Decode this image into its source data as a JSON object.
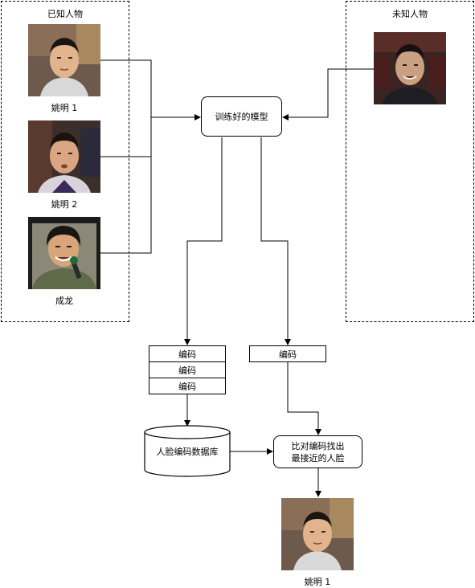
{
  "known_group": {
    "title": "已知人物",
    "people": [
      {
        "caption": "姚明 1"
      },
      {
        "caption": "姚明 2"
      },
      {
        "caption": "成龙"
      }
    ]
  },
  "unknown_group": {
    "title": "未知人物"
  },
  "model": {
    "label": "训练好的模型"
  },
  "encodings_stack": [
    "编码",
    "编码",
    "编码"
  ],
  "single_encoding": {
    "label": "编码"
  },
  "database": {
    "label": "人脸编码数据库"
  },
  "compare": {
    "line1": "比对编码找出",
    "line2": "最接近的人脸"
  },
  "result": {
    "caption": "姚明 1"
  }
}
